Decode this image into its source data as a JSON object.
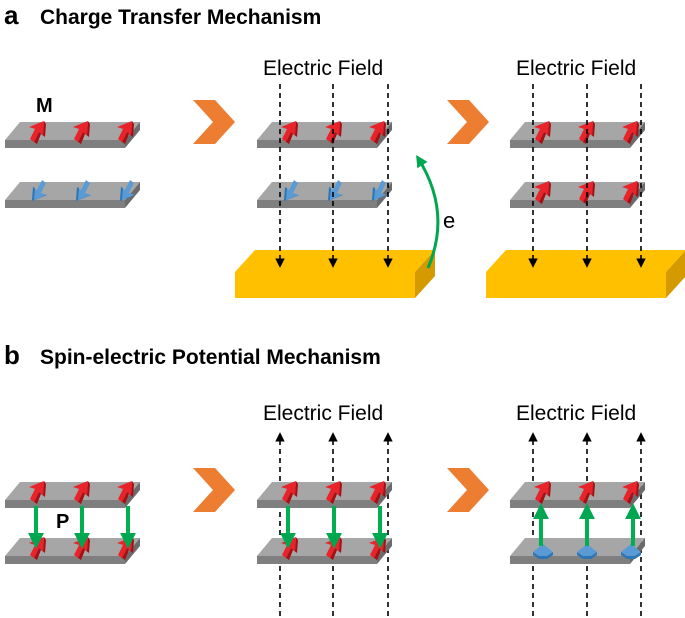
{
  "panel_a": {
    "letter": "a",
    "title": "Charge Transfer Mechanism",
    "field_label_1": "Electric Field",
    "field_label_2": "Electric Field",
    "moment_label": "M",
    "electron_label": "e"
  },
  "panel_b": {
    "letter": "b",
    "title": "Spin-electric Potential Mechanism",
    "field_label_1": "Electric Field",
    "field_label_2": "Electric Field",
    "polarization_label": "P"
  },
  "colors": {
    "slab_top": "#a6a6a6",
    "slab_front": "#7f7f7f",
    "spin_up": "#e8242a",
    "spin_down": "#5b9bd5",
    "electrode": "#ffc000",
    "process_arrow": "#ed7d31",
    "polarization": "#00b050"
  }
}
